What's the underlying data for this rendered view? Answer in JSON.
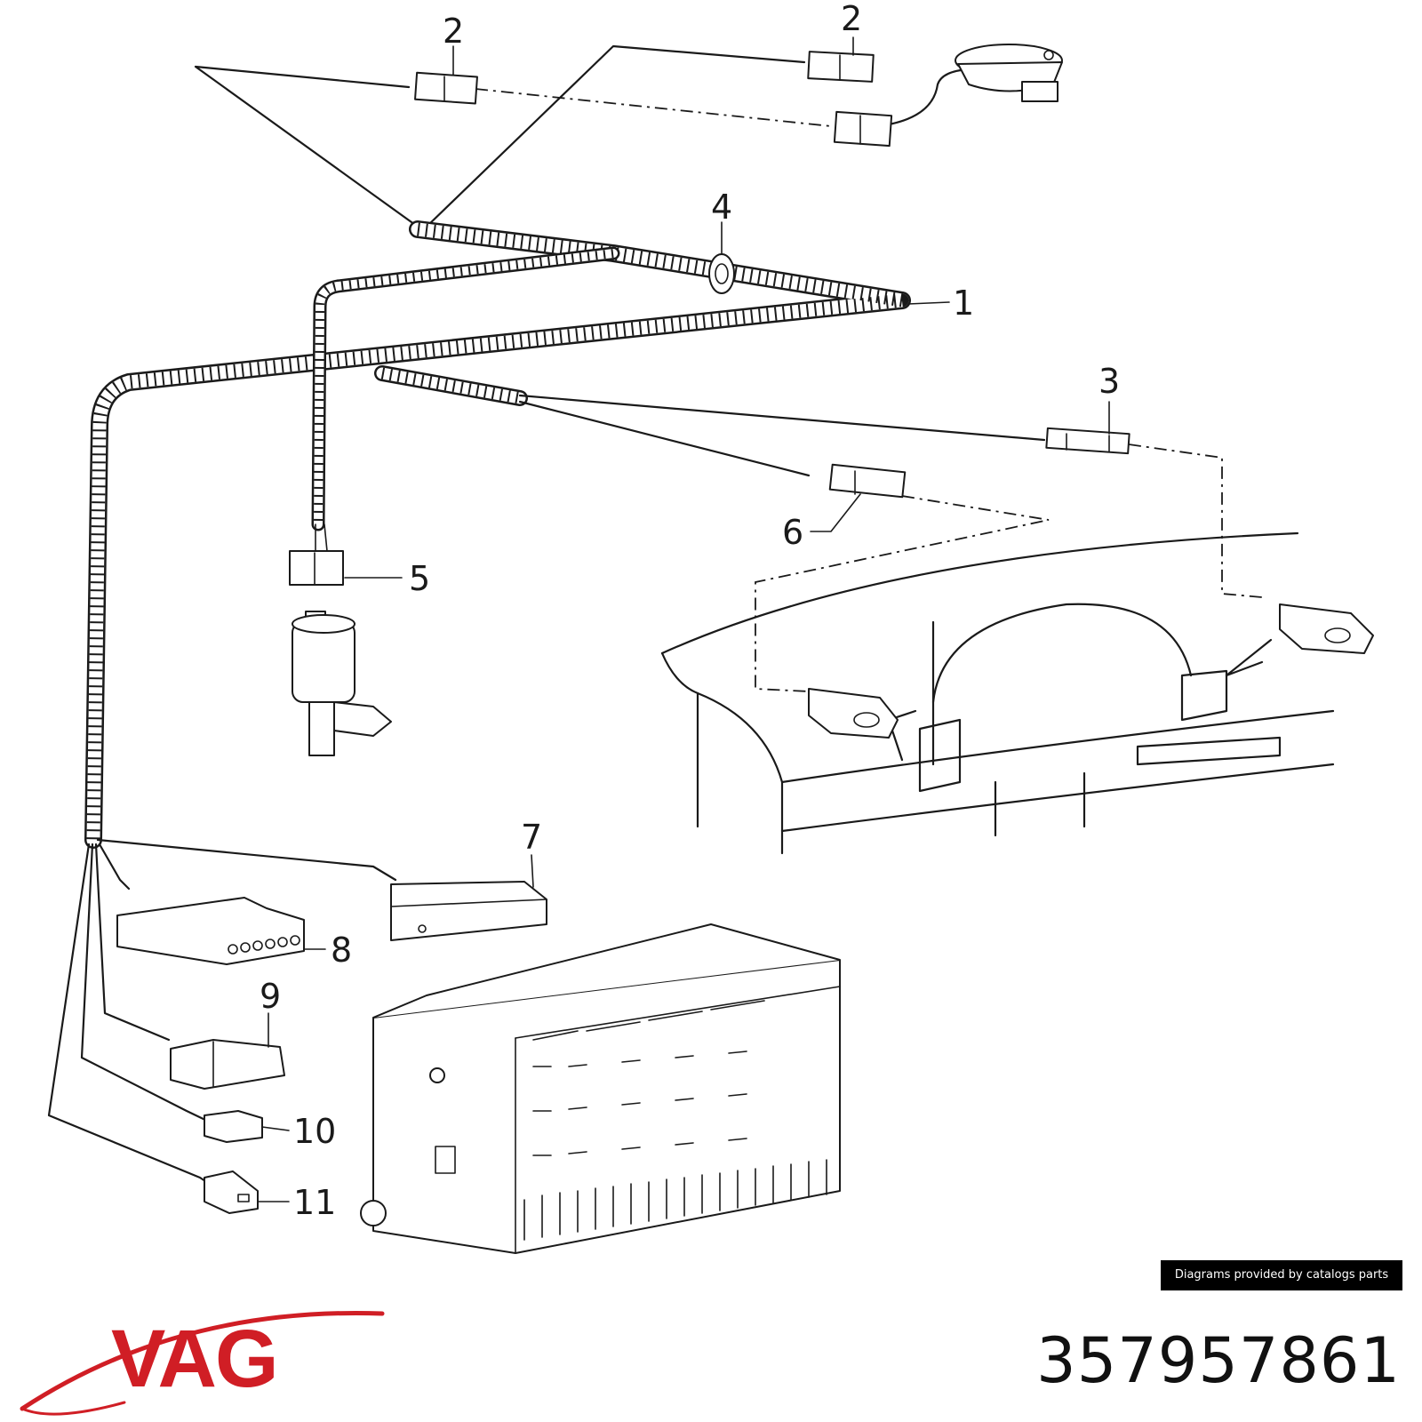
{
  "callouts": [
    "1",
    "2",
    "3",
    "4",
    "5",
    "6",
    "7",
    "8",
    "9",
    "10",
    "11"
  ],
  "credit": "Diagrams provided by catalogs parts",
  "brand": {
    "name": "VAG",
    "color": "#d01e25"
  },
  "part_number": "357957861"
}
